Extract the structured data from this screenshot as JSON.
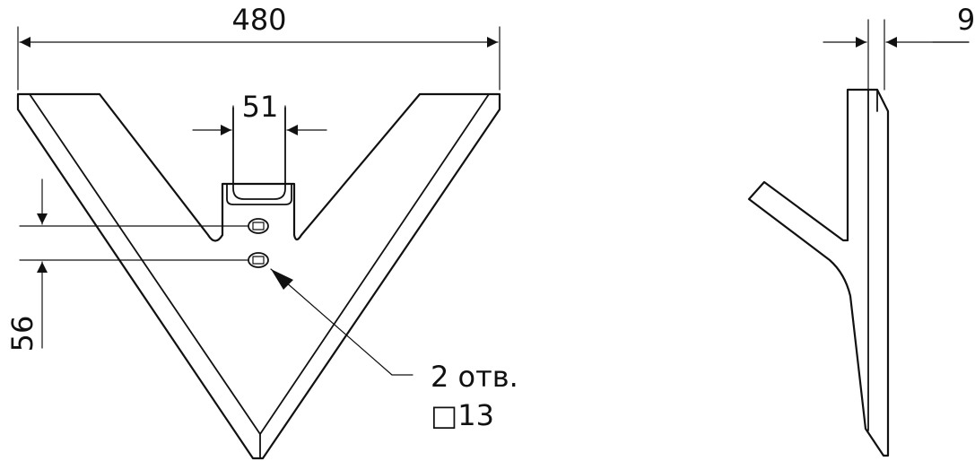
{
  "dimensions": {
    "width_total": "480",
    "stem_width": "51",
    "hole_spacing": "56",
    "thickness": "9"
  },
  "callout": {
    "line1": "2 отв.",
    "line2": "□13"
  },
  "colors": {
    "ink": "#111111",
    "background": "#ffffff"
  }
}
